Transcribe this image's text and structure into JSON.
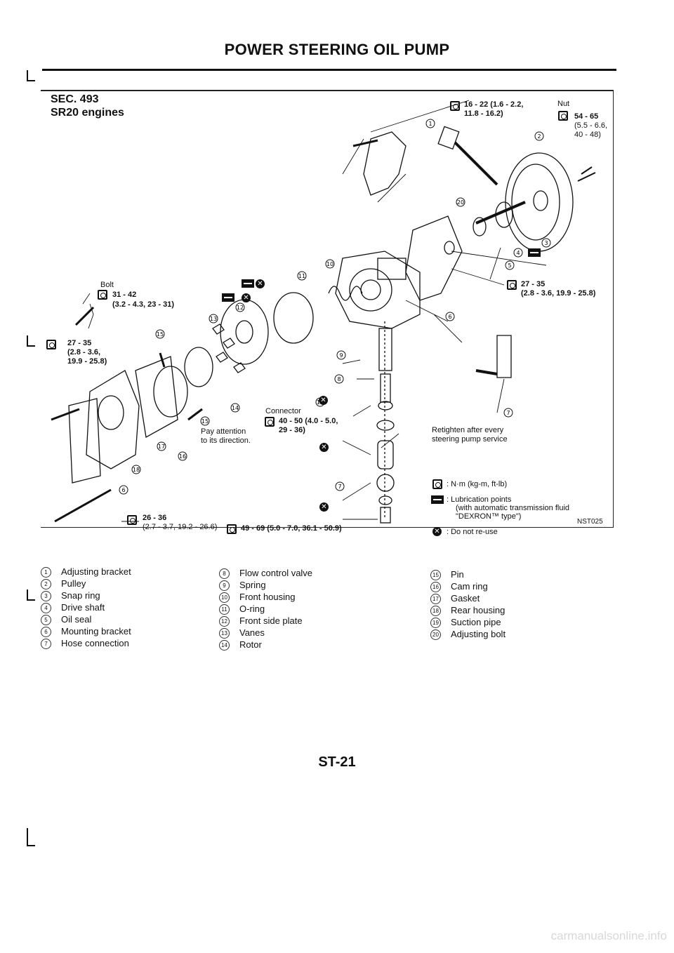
{
  "header": {
    "title": "POWER STEERING OIL PUMP"
  },
  "diagram": {
    "section": "SEC. 493",
    "engines": "SR20 engines",
    "code": "NST025",
    "labels": {
      "top_torque_1": "16 - 22 (1.6 - 2.2,",
      "top_torque_2": "11.8 - 16.2)",
      "nut": "Nut",
      "nut_torque_1": "54 - 65",
      "nut_torque_2": "(5.5 - 6.6,",
      "nut_torque_3": "40 - 48)",
      "right_torque_1": "27 - 35",
      "right_torque_2": "(2.8 - 3.6, 19.9 - 25.8)",
      "bolt": "Bolt",
      "bolt_torque_1": "31 - 42",
      "bolt_torque_2": "(3.2 - 4.3, 23 - 31)",
      "left_torque_1": "27 - 35",
      "left_torque_2": "(2.8 - 3.6,",
      "left_torque_3": "19.9 - 25.8)",
      "connector": "Connector",
      "conn_torque_1": "40 - 50 (4.0 - 5.0,",
      "conn_torque_2": "29 - 36)",
      "pay_attention_1": "Pay attention",
      "pay_attention_2": "to its direction.",
      "retighten_1": "Retighten after every",
      "retighten_2": "steering pump service",
      "bottom_left_torque_1": "26 - 36",
      "bottom_left_torque_2": "(2.7 - 3.7, 19.2 - 26.6)",
      "bottom_mid_torque": "49 - 69 (5.0 - 7.0, 36.1 - 50.9)"
    },
    "key": {
      "torque_unit": ": N·m (kg-m, ft-lb)",
      "lubrication_1": ": Lubrication points",
      "lubrication_2": "(with automatic transmission fluid",
      "lubrication_3": "\"DEXRON™ type\")",
      "do_not_reuse": ": Do not re-use"
    }
  },
  "parts": [
    {
      "num": "1",
      "name": "Adjusting bracket"
    },
    {
      "num": "2",
      "name": "Pulley"
    },
    {
      "num": "3",
      "name": "Snap ring"
    },
    {
      "num": "4",
      "name": "Drive shaft"
    },
    {
      "num": "5",
      "name": "Oil seal"
    },
    {
      "num": "6",
      "name": "Mounting bracket"
    },
    {
      "num": "7",
      "name": "Hose connection"
    },
    {
      "num": "8",
      "name": "Flow control valve"
    },
    {
      "num": "9",
      "name": "Spring"
    },
    {
      "num": "10",
      "name": "Front housing"
    },
    {
      "num": "11",
      "name": "O-ring"
    },
    {
      "num": "12",
      "name": "Front side plate"
    },
    {
      "num": "13",
      "name": "Vanes"
    },
    {
      "num": "14",
      "name": "Rotor"
    },
    {
      "num": "15",
      "name": "Pin"
    },
    {
      "num": "16",
      "name": "Cam ring"
    },
    {
      "num": "17",
      "name": "Gasket"
    },
    {
      "num": "18",
      "name": "Rear housing"
    },
    {
      "num": "19",
      "name": "Suction pipe"
    },
    {
      "num": "20",
      "name": "Adjusting bolt"
    }
  ],
  "footer": {
    "page": "ST-21"
  },
  "watermark": "carmanualsonline.info"
}
